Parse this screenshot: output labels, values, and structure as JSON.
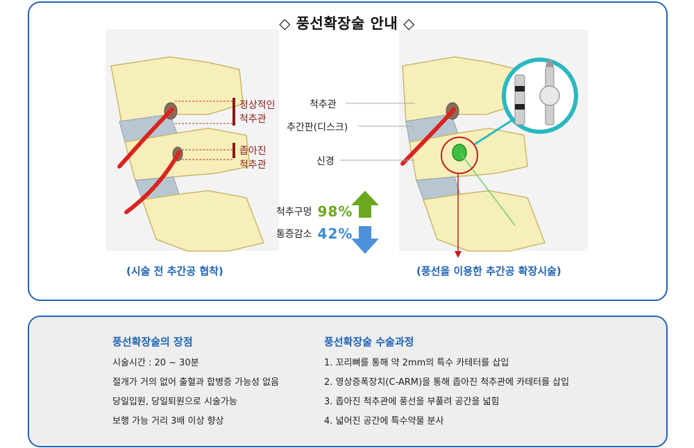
{
  "title": "◇ 풍선확장술 안내 ◇",
  "diagram": {
    "left": {
      "normal_canal_label": [
        "정상적인",
        "척추관"
      ],
      "narrowed_canal_label": [
        "좁아진",
        "척추관"
      ],
      "caption": "(시술 전 추간공 협착)"
    },
    "right": {
      "labels": {
        "spinal_canal": "척추관",
        "disc": "추간판(디스크)",
        "nerve": "신경"
      },
      "caption": "(풍선을 이용한 추간공 확장시술)"
    },
    "stats": [
      {
        "label": "척추구멍",
        "value": "98%",
        "direction": "up",
        "color": "#6aa81e"
      },
      {
        "label": "통증감소",
        "value": "42%",
        "direction": "down",
        "color": "#3b8ad6"
      }
    ],
    "colors": {
      "bone": "#f7efb9",
      "bone_outline": "#c9b76a",
      "disc": "#b8c6d2",
      "nerve": "#d9241f",
      "highlight": "#2bb8c0",
      "accent": "#1f63b5"
    }
  },
  "advantages": {
    "title": "풍선확장술의 장점",
    "items": [
      "시술시간 : 20 ~ 30분",
      "절개가 거의 없어 출혈과 합병증 가능성 없음",
      "당일입원, 당일퇴원으로 시술가능",
      "보행 가능 거리 3배 이상 향상"
    ]
  },
  "process": {
    "title": "풍선확장술  수술과정",
    "items": [
      "1. 꼬리뼈를 통해 약 2mm의 특수 카테터를 삽입",
      "2. 영상증폭장치(C-ARM)을 통해 좁아진 척추관에 카테터를 삽입",
      "3. 좁아진 척추관에 풍선을 부풀려 공간을 넓힘",
      "4. 넓어진 공간에 특수약물 분사"
    ]
  }
}
